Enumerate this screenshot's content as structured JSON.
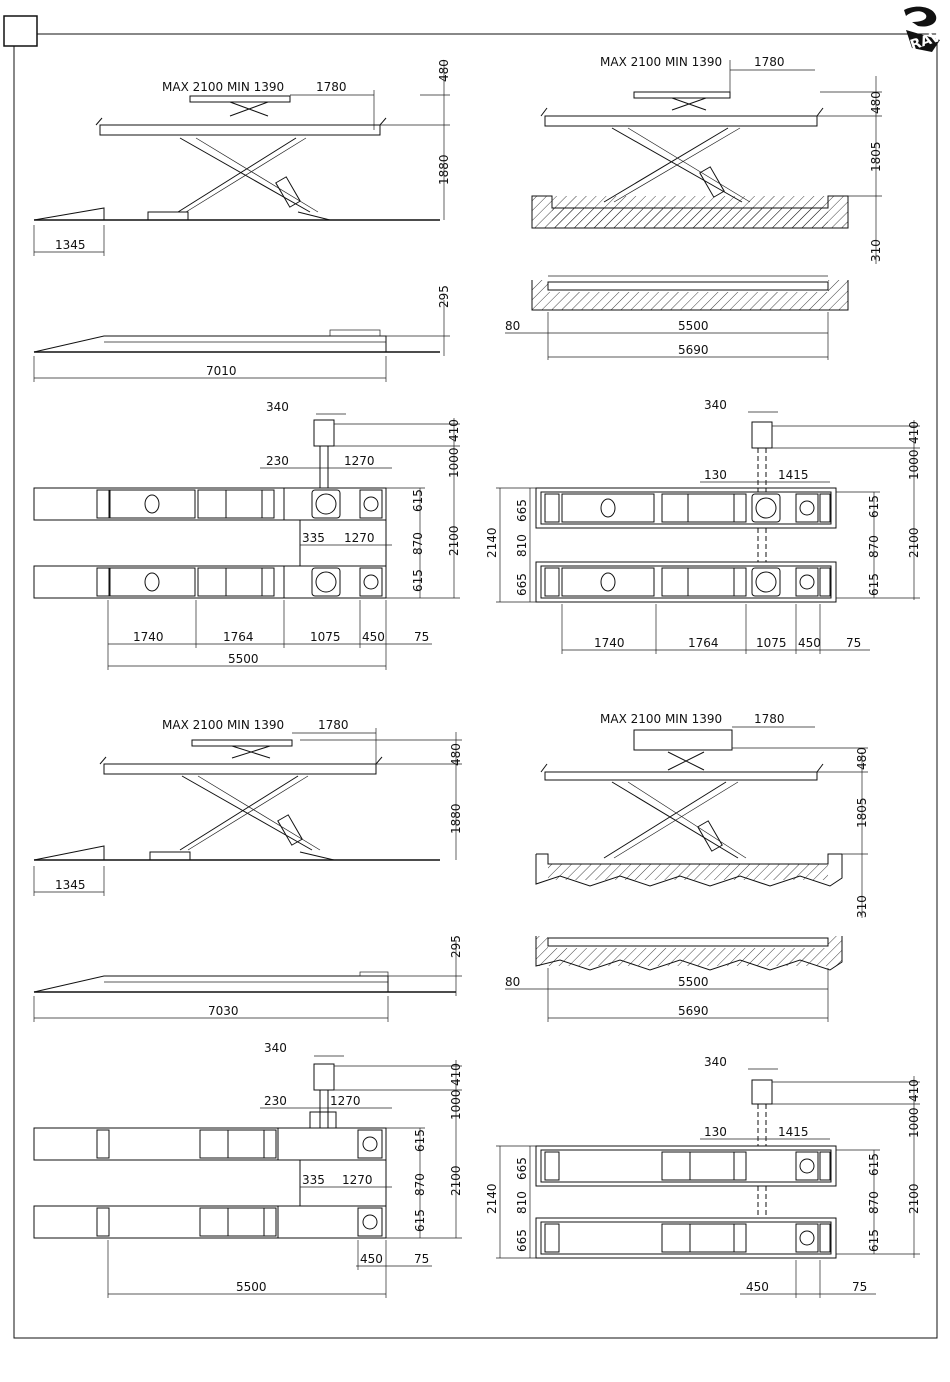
{
  "title_box": "",
  "logo": {
    "brand": "RAV",
    "icon": "rav-logo-icon"
  },
  "panels": {
    "tl_side": {
      "range_label": "MAX  2100  MIN  1390",
      "travel": "1780",
      "pad_h": "480",
      "height": "1880",
      "ramp": "1345"
    },
    "tl_low": {
      "low_h": "295",
      "length": "7010"
    },
    "tl_plan": {
      "d340": "340",
      "d410": "410",
      "d1000": "1000",
      "d230": "230",
      "d1270a": "1270",
      "d335": "335",
      "d1270b": "1270",
      "d615a": "615",
      "d870": "870",
      "d615b": "615",
      "d2100": "2100",
      "d1740": "1740",
      "d1764": "1764",
      "d1075": "1075",
      "d450": "450",
      "d75": "75",
      "d5500": "5500"
    },
    "tr_side": {
      "range_label": "MAX  2100  MIN  1390",
      "travel": "1780",
      "pad_h": "480",
      "height": "1805",
      "pit": "310"
    },
    "tr_low": {
      "d80": "80",
      "d5500": "5500",
      "d5690": "5690"
    },
    "tr_plan": {
      "d340": "340",
      "d410": "410",
      "d1000": "1000",
      "d130": "130",
      "d1415": "1415",
      "d2140": "2140",
      "d665a": "665",
      "d810": "810",
      "d665b": "665",
      "d615a": "615",
      "d870": "870",
      "d615b": "615",
      "d2100": "2100",
      "d1740": "1740",
      "d1764": "1764",
      "d1075": "1075",
      "d450": "450",
      "d75": "75"
    },
    "bl_side": {
      "range_label": "MAX  2100  MIN  1390",
      "travel": "1780",
      "pad_h": "480",
      "height": "1880",
      "ramp": "1345"
    },
    "bl_low": {
      "low_h": "295",
      "length": "7030"
    },
    "bl_plan": {
      "d340": "340",
      "d410": "410",
      "d1000": "1000",
      "d230": "230",
      "d1270a": "1270",
      "d335": "335",
      "d1270b": "1270",
      "d615a": "615",
      "d870": "870",
      "d615b": "615",
      "d2100": "2100",
      "d450": "450",
      "d75": "75",
      "d5500": "5500"
    },
    "br_side": {
      "range_label": "MAX  2100  MIN  1390",
      "travel": "1780",
      "pad_h": "480",
      "height": "1805",
      "pit": "310"
    },
    "br_low": {
      "d80": "80",
      "d5500": "5500",
      "d5690": "5690"
    },
    "br_plan": {
      "d340": "340",
      "d410": "410",
      "d1000": "1000",
      "d130": "130",
      "d1415": "1415",
      "d2140": "2140",
      "d665a": "665",
      "d810": "810",
      "d665b": "665",
      "d615a": "615",
      "d870": "870",
      "d615b": "615",
      "d2100": "2100",
      "d450": "450",
      "d75": "75"
    }
  },
  "colors": {
    "line": "#111111",
    "background": "#ffffff"
  }
}
